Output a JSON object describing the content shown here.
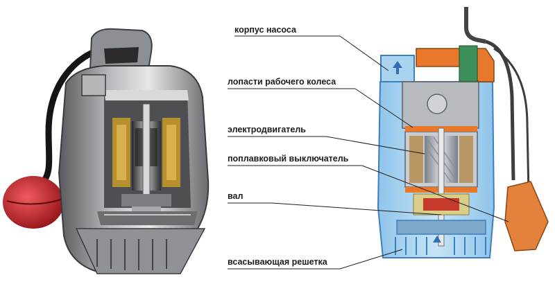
{
  "labels": {
    "housing": "корпус насоса",
    "impeller_blades": "лопасти рабочего колеса",
    "motor": "электродвигатель",
    "float_switch": "поплавковый выключатель",
    "shaft": "вал",
    "intake_grid": "всасывающая решетка"
  },
  "colors": {
    "housing_blue": "#a9d3ef",
    "housing_outline": "#3a7fc0",
    "orange": "#e8792a",
    "float_orange": "#e3823c",
    "motor_grey": "#9aa0a6",
    "dark_grey": "#4a4a4a",
    "red_float": "#c8242a"
  }
}
